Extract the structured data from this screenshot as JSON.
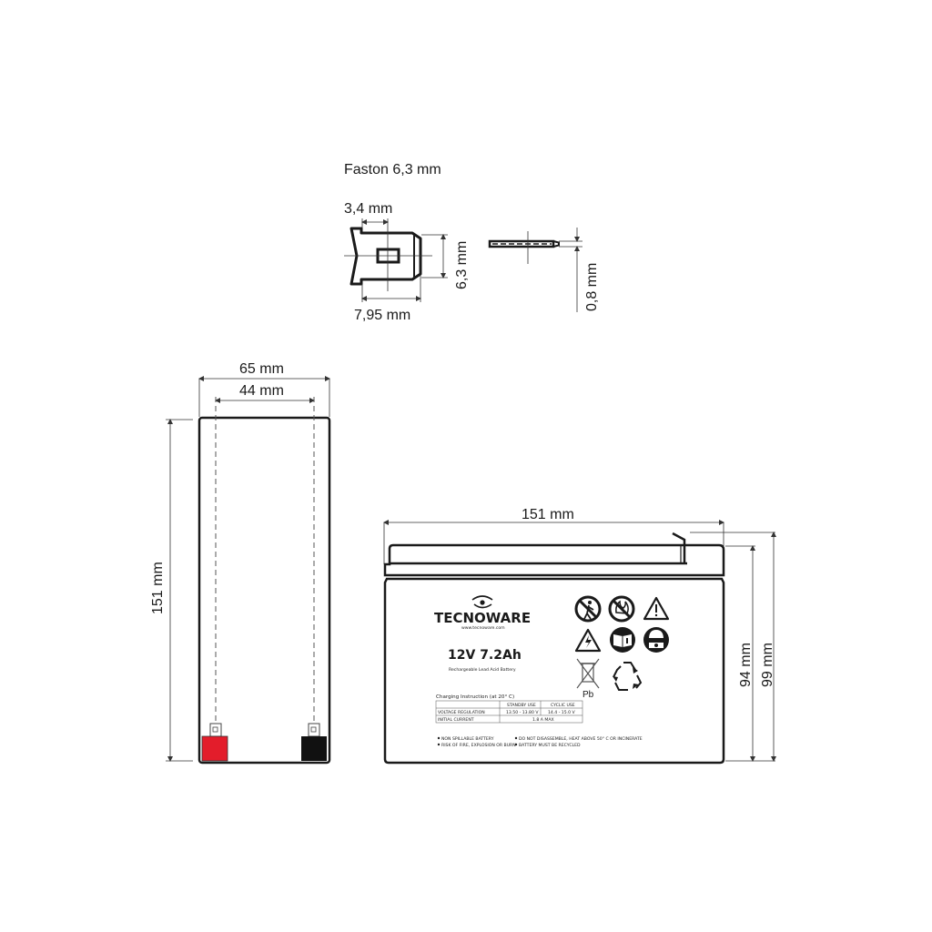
{
  "faston": {
    "title": "Faston 6,3 mm",
    "dim_width_inner": "3,4 mm",
    "dim_height": "6,3 mm",
    "dim_length": "7,95 mm",
    "dim_thickness": "0,8 mm"
  },
  "side_view": {
    "dim_outer_width": "65 mm",
    "dim_terminal_spacing": "44 mm",
    "dim_length": "151 mm",
    "terminals": [
      {
        "name": "positive",
        "color": "#e31d2b"
      },
      {
        "name": "negative",
        "color": "#111111"
      }
    ]
  },
  "front_view": {
    "dim_length": "151 mm",
    "dim_case_height": "94 mm",
    "dim_total_height": "99 mm",
    "label": {
      "brand": "TECNOWARE",
      "website": "www.tecnoware.com",
      "model": "12V 7.2Ah",
      "subtitle": "Rechargeable Lead Acid Battery",
      "charging_title": "Charging Instruction (at 20° C)",
      "table": {
        "headers": [
          "",
          "STANDBY USE",
          "CYCLIC USE"
        ],
        "rows": [
          [
            "VOLTAGE REGULATION",
            "13.50 - 13.80 V",
            "14.4 - 15.0 V"
          ],
          [
            "INITIAL CURRENT",
            "1.8 A MAX",
            ""
          ]
        ]
      },
      "warnings_left": [
        "NON SPILLABLE BATTERY",
        "RISK OF FIRE, EXPLOSION OR BURN"
      ],
      "warnings_right": [
        "DO NOT DISASSEMBLE, HEAT ABOVE 50° C OR INCINERATE",
        "BATTERY MUST BE RECYCLED"
      ],
      "icons": [
        "no-children-icon",
        "no-fire-icon",
        "warning-icon",
        "electric-hazard-icon",
        "read-manual-icon",
        "eye-protection-icon",
        "no-bin-pb-icon",
        "recycle-icon"
      ],
      "pb_label": "Pb"
    }
  }
}
